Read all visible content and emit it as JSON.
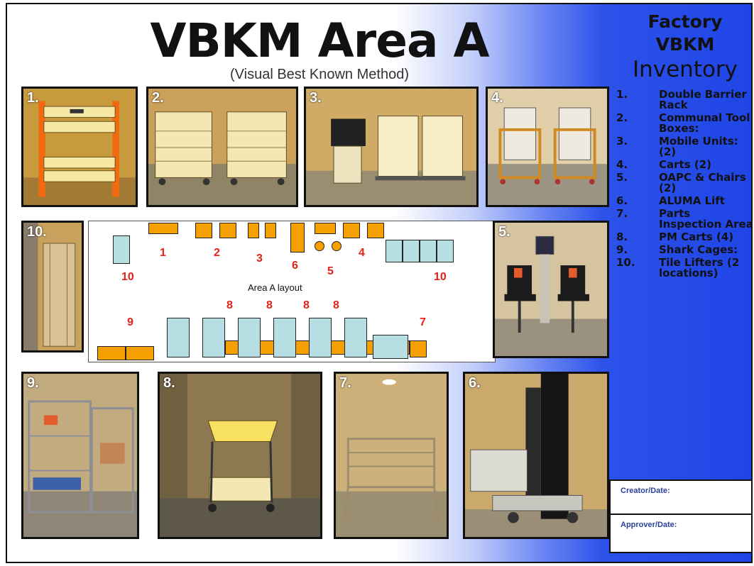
{
  "header": {
    "title": "VBKM Area A",
    "subtitle": "(Visual Best Known Method)"
  },
  "side_panel": {
    "line1": "Factory",
    "line2": "VBKM",
    "line3": "Inventory",
    "inventory": [
      {
        "num": "1.",
        "label": "Double Barrier Rack"
      },
      {
        "num": "2.",
        "label": "Communal Tool Boxes:"
      },
      {
        "num": "3.",
        "label": "Mobile Units:(2)"
      },
      {
        "num": "4.",
        "label": "Carts (2)"
      },
      {
        "num": "5.",
        "label": "OAPC & Chairs (2)"
      },
      {
        "num": "6.",
        "label": "ALUMA Lift"
      },
      {
        "num": "7.",
        "label": "Parts Inspection Area"
      },
      {
        "num": "8.",
        "label": "PM Carts (4)"
      },
      {
        "num": "9.",
        "label": "Shark Cages:"
      },
      {
        "num": "10.",
        "label": "Tile Lifters (2 locations)"
      }
    ]
  },
  "photos": [
    {
      "num": "1.",
      "subject": "double barrier rack"
    },
    {
      "num": "2.",
      "subject": "communal tool boxes"
    },
    {
      "num": "3.",
      "subject": "mobile units"
    },
    {
      "num": "4.",
      "subject": "carts"
    },
    {
      "num": "10.",
      "subject": "tile lifter"
    },
    {
      "num": "5.",
      "subject": "OAPC and chairs"
    },
    {
      "num": "9.",
      "subject": "shark cages"
    },
    {
      "num": "8.",
      "subject": "PM cart"
    },
    {
      "num": "7.",
      "subject": "parts inspection area"
    },
    {
      "num": "6.",
      "subject": "ALUMA lift"
    }
  ],
  "layout": {
    "label": "Area A layout",
    "marks": [
      "1",
      "2",
      "3",
      "6",
      "5",
      "4",
      "10",
      "10",
      "9",
      "8",
      "8",
      "8",
      "8",
      "7"
    ]
  },
  "signoff": {
    "creator_label": "Creator/Date:",
    "approver_label": "Approver/Date:"
  },
  "colors": {
    "accent_blue": "#1f45e6",
    "layout_orange": "#f5a000",
    "layout_teal": "#b7dfe3",
    "layout_label_red": "#e4221a"
  }
}
